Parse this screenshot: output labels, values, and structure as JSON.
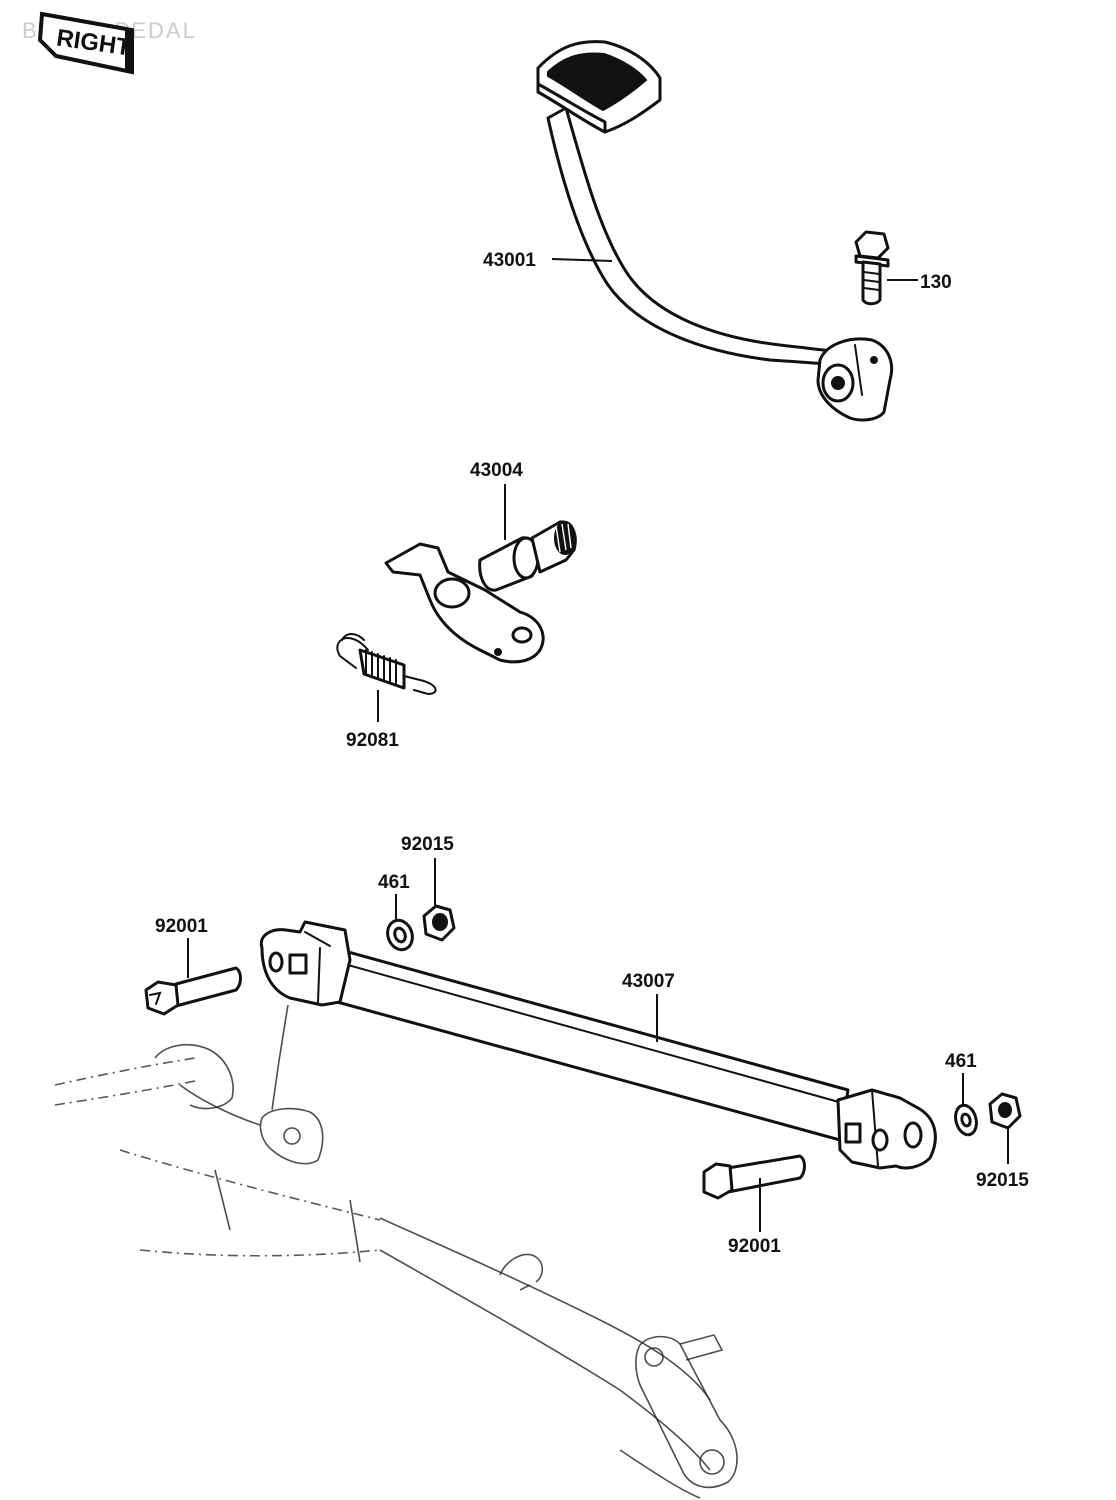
{
  "title": "BRAKE PEDAL",
  "orientation_badge": "RIGHT",
  "labels": {
    "brake_pedal": "43001",
    "pedal_bolt": "130",
    "shaft": "43004",
    "spring": "92081",
    "rod": "43007",
    "bolt_left": "92001",
    "bolt_right": "92001",
    "washer_left": "461",
    "washer_right": "461",
    "nut_left": "92015",
    "nut_right": "92015"
  },
  "colors": {
    "ink": "#111111",
    "paper": "#ffffff",
    "watermark": "#cccccc"
  }
}
